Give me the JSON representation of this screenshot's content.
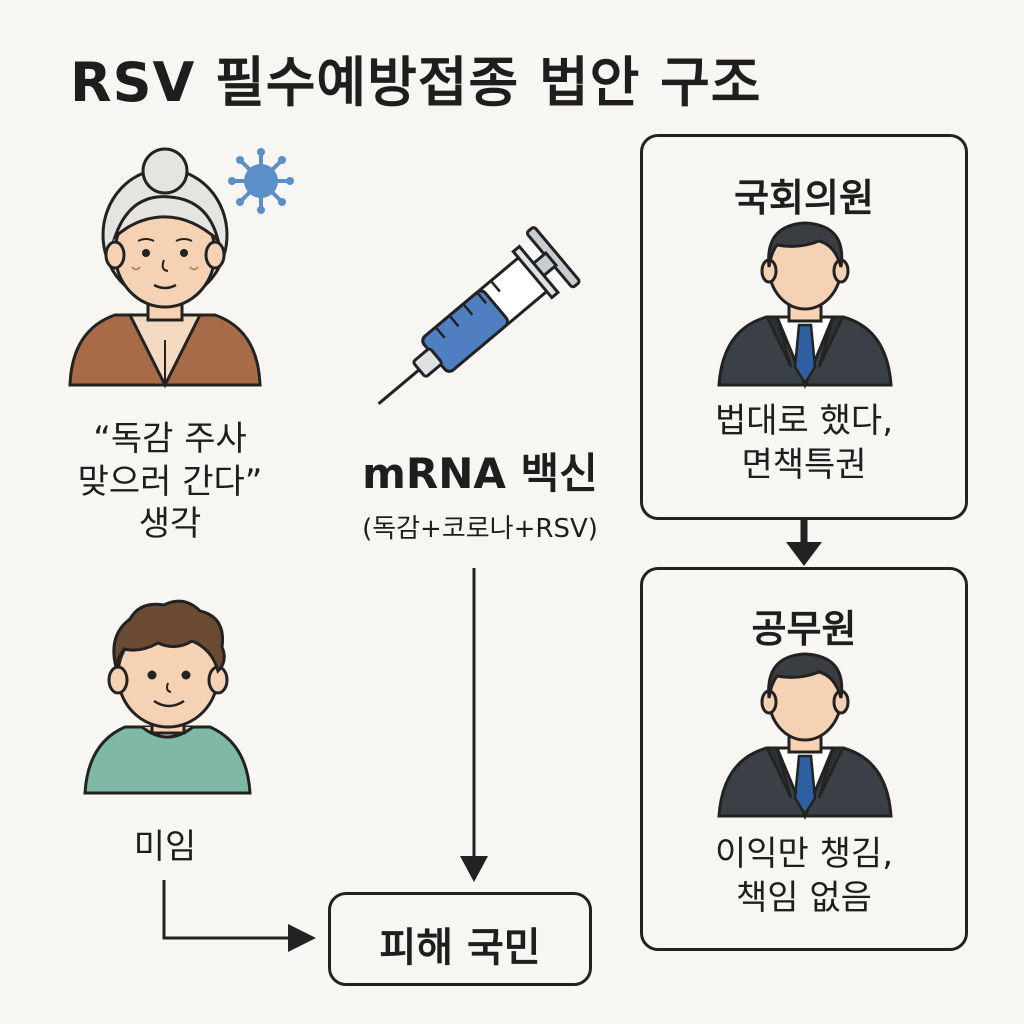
{
  "title": "RSV 필수예방접종 법안 구조",
  "elder": {
    "quote_lines": [
      "“독감 주사",
      "맞으러 간다”",
      "생각"
    ]
  },
  "child": {
    "label": "미임"
  },
  "vaccine": {
    "name": "mRNA 백신",
    "detail": "(독감+코로나+RSV)"
  },
  "victim": {
    "label": "피해 국민"
  },
  "lawmaker": {
    "heading": "국회의원",
    "lines": [
      "법대로 했다,",
      "면책특권"
    ]
  },
  "official": {
    "heading": "공무원",
    "lines": [
      "이익만 챙김,",
      "책임 없음"
    ]
  },
  "colors": {
    "background": "#f7f6f2",
    "stroke": "#222222",
    "virus": "#5b8fc7",
    "syringe_fluid": "#4f7fc1",
    "suit": "#3b3f46",
    "tie": "#2e5fa3",
    "skin": "#f6d2b4",
    "cardigan": "#a86b47",
    "child_shirt": "#7fb9a5"
  },
  "icons": [
    "virus-icon",
    "syringe-icon",
    "elderly-woman-icon",
    "child-icon",
    "businessman-icon"
  ]
}
